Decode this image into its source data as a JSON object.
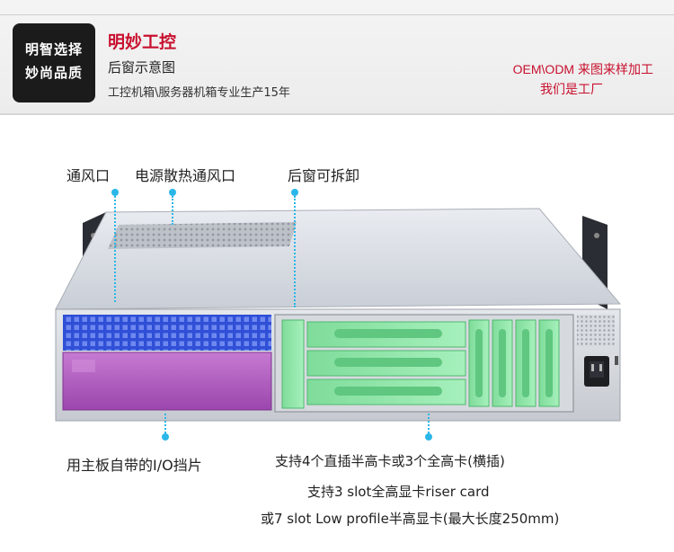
{
  "banner": {
    "badge_line1": "明智选择",
    "badge_line2": "妙尚品质",
    "title": "明妙工控",
    "subtitle": "后窗示意图",
    "slogan": "工控机箱\\服务器机箱专业生产15年",
    "oem_line1": "OEM\\ODM 来图来样加工",
    "oem_line2": "我们是工厂"
  },
  "callouts": {
    "vent": "通风口",
    "psu_vent": "电源散热通风口",
    "rear_window": "后窗可拆卸",
    "io_shield": "用主板自带的I/O挡片",
    "slots_line1": "支持4个直插半高卡或3个全高卡(横插)",
    "slots_line2": "支持3 slot全高显卡riser card",
    "slots_line3": "或7 slot Low profile半高显卡(最大长度250mm)"
  },
  "colors": {
    "accent_red": "#c8102e",
    "callout_blue": "#2ab7e8",
    "vent_blue": "#3f5fe0",
    "io_purple": "#b15cc2",
    "slot_green": "#8fe6a8"
  }
}
